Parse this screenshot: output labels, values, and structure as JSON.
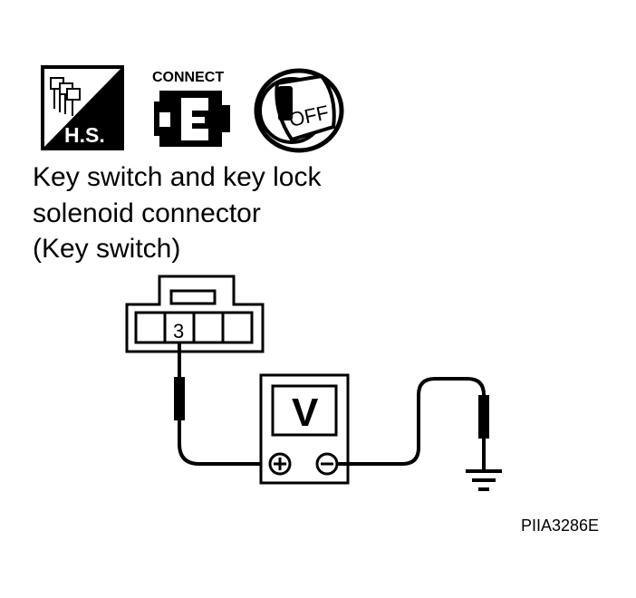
{
  "icons": {
    "harness_label": "H.S.",
    "connect_label": "CONNECT",
    "ignition_label": "OFF"
  },
  "caption": {
    "line1": "Key switch and key lock",
    "line2": "solenoid connector",
    "line3": "(Key switch)"
  },
  "connector": {
    "pin_number": "3"
  },
  "meter": {
    "mode_label": "V"
  },
  "reference_code": "PIIA3286E"
}
